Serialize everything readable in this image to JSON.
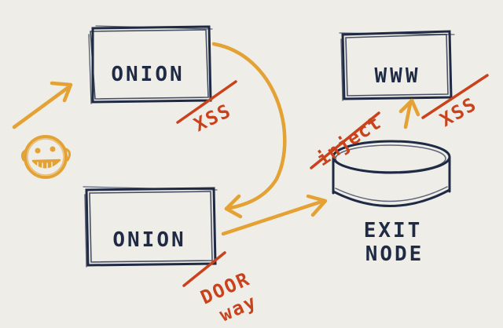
{
  "nodes": {
    "onion_top": "ONION",
    "onion_bottom": "ONION",
    "www": "WWW",
    "exit_node_line1": "EXIT",
    "exit_node_line2": "NODE"
  },
  "annotations": {
    "xss_top": "XSS",
    "xss_right": "XSS",
    "inject": "inject",
    "door": "DOOR",
    "way": "way"
  },
  "colors": {
    "paper": "#efede8",
    "ink": "#1f2a44",
    "arrow": "#e3a233",
    "attack": "#c9421b",
    "face": "#e3a233"
  }
}
